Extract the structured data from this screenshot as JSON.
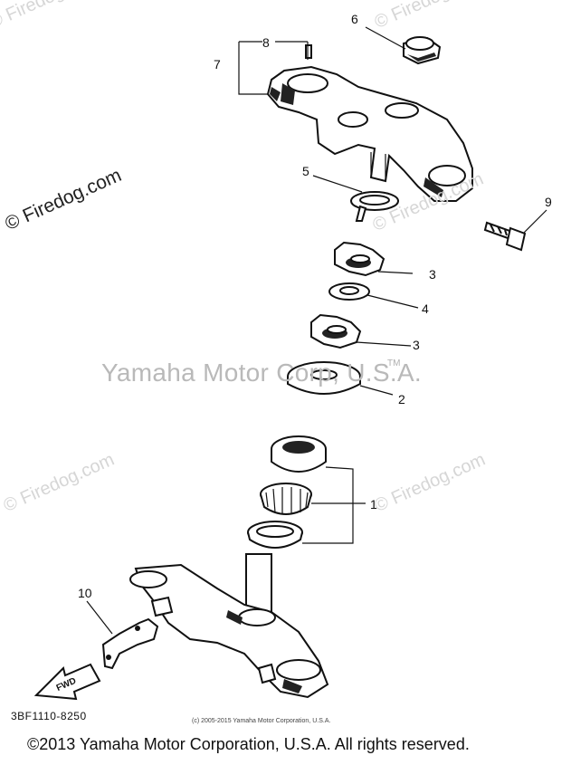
{
  "watermarks": {
    "main": "Yamaha Motor Corp, U.S.A.",
    "tm": "TM",
    "firedog_dark": "© Firedog.com",
    "firedog": "© Firedog.com"
  },
  "callouts": [
    "1",
    "2",
    "3",
    "3",
    "4",
    "5",
    "6",
    "7",
    "8",
    "9",
    "10"
  ],
  "fwd_label": "FWD",
  "part_number": "3BF1110-8250",
  "small_copyright": "(c) 2005-2015 Yamaha Motor Corporation, U.S.A.",
  "footer": "©2013 Yamaha Motor Corporation, U.S.A. All rights reserved."
}
